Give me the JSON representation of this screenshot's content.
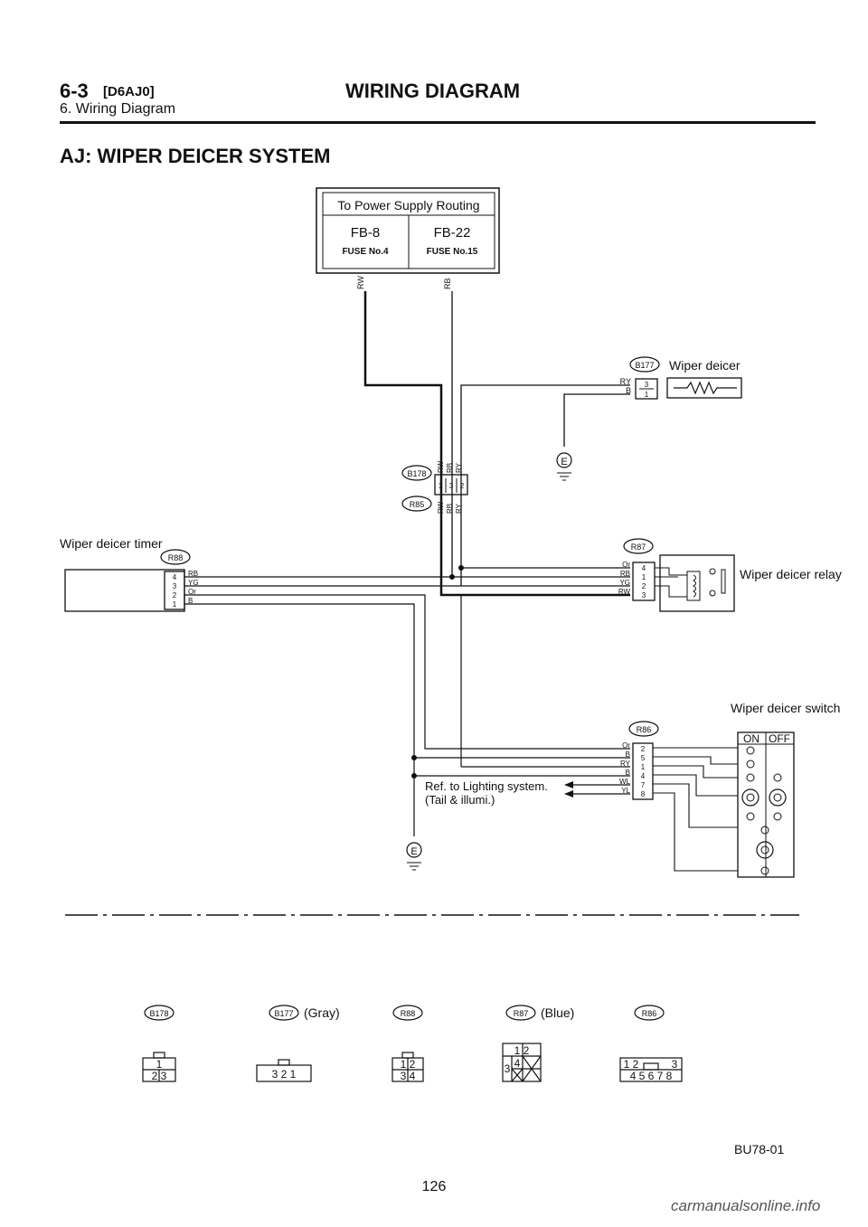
{
  "header": {
    "section_number": "6-3",
    "section_code": "[D6AJ0]",
    "subtitle": "6. Wiring Diagram",
    "title": "WIRING DIAGRAM"
  },
  "section_title": "AJ: WIPER DEICER SYSTEM",
  "power": {
    "title": "To Power Supply Routing",
    "left_id": "FB-8",
    "left_fuse": "FUSE No.4",
    "right_id": "FB-22",
    "right_fuse": "FUSE No.15",
    "wire_left": "RW",
    "wire_right": "RB"
  },
  "components": {
    "wiper_deicer": "Wiper deicer",
    "timer": "Wiper deicer timer",
    "relay": "Wiper deicer relay",
    "switch": "Wiper deicer switch",
    "switch_on": "ON",
    "switch_off": "OFF",
    "ground": "E",
    "ref_lighting_1": "Ref. to Lighting system.",
    "ref_lighting_2": "(Tail & illumi.)"
  },
  "connectors": {
    "B177": "B177",
    "B178": "B178",
    "R85": "R85",
    "R86": "R86",
    "R87": "R87",
    "R88": "R88"
  },
  "wires": {
    "b177": [
      "RY",
      "B"
    ],
    "b177_pins": [
      "3",
      "1"
    ],
    "b178": [
      "RW",
      "RB",
      "RY"
    ],
    "b178_pins": [
      "1",
      "3",
      "2"
    ],
    "r85": [
      "RW",
      "RB",
      "RY"
    ],
    "r88": [
      "RB",
      "YG",
      "Or",
      "B"
    ],
    "r88_pins": [
      "4",
      "3",
      "2",
      "1"
    ],
    "r87": [
      "Or",
      "RB",
      "YG",
      "RW"
    ],
    "r87_pins": [
      "4",
      "1",
      "2",
      "3"
    ],
    "r86": [
      "Or",
      "B",
      "RY",
      "B",
      "WL",
      "YL"
    ],
    "r86_pins": [
      "2",
      "5",
      "1",
      "4",
      "7",
      "8"
    ]
  },
  "legend": {
    "b178_label": "B178",
    "b177_label": "B177",
    "b177_color": "(Gray)",
    "r88_label": "R88",
    "r87_label": "R87",
    "r87_color": "(Blue)",
    "r86_label": "R86",
    "b178_pins_top": "1",
    "b178_pins_bottom": "2 3",
    "b177_pins": "3 2 1",
    "r88_pins_top": "1 2",
    "r88_pins_bottom": "3 4",
    "r87_pins_top": "1 2",
    "r87_pin_3": "3",
    "r87_pin_4": "4",
    "r86_pins_top_left": "1 2",
    "r86_pin_3": "3",
    "r86_pins_bottom": "4 5 6 7 8"
  },
  "diagram_code": "BU78-01",
  "page_number": "126",
  "watermark": "carmanualsonline.info"
}
